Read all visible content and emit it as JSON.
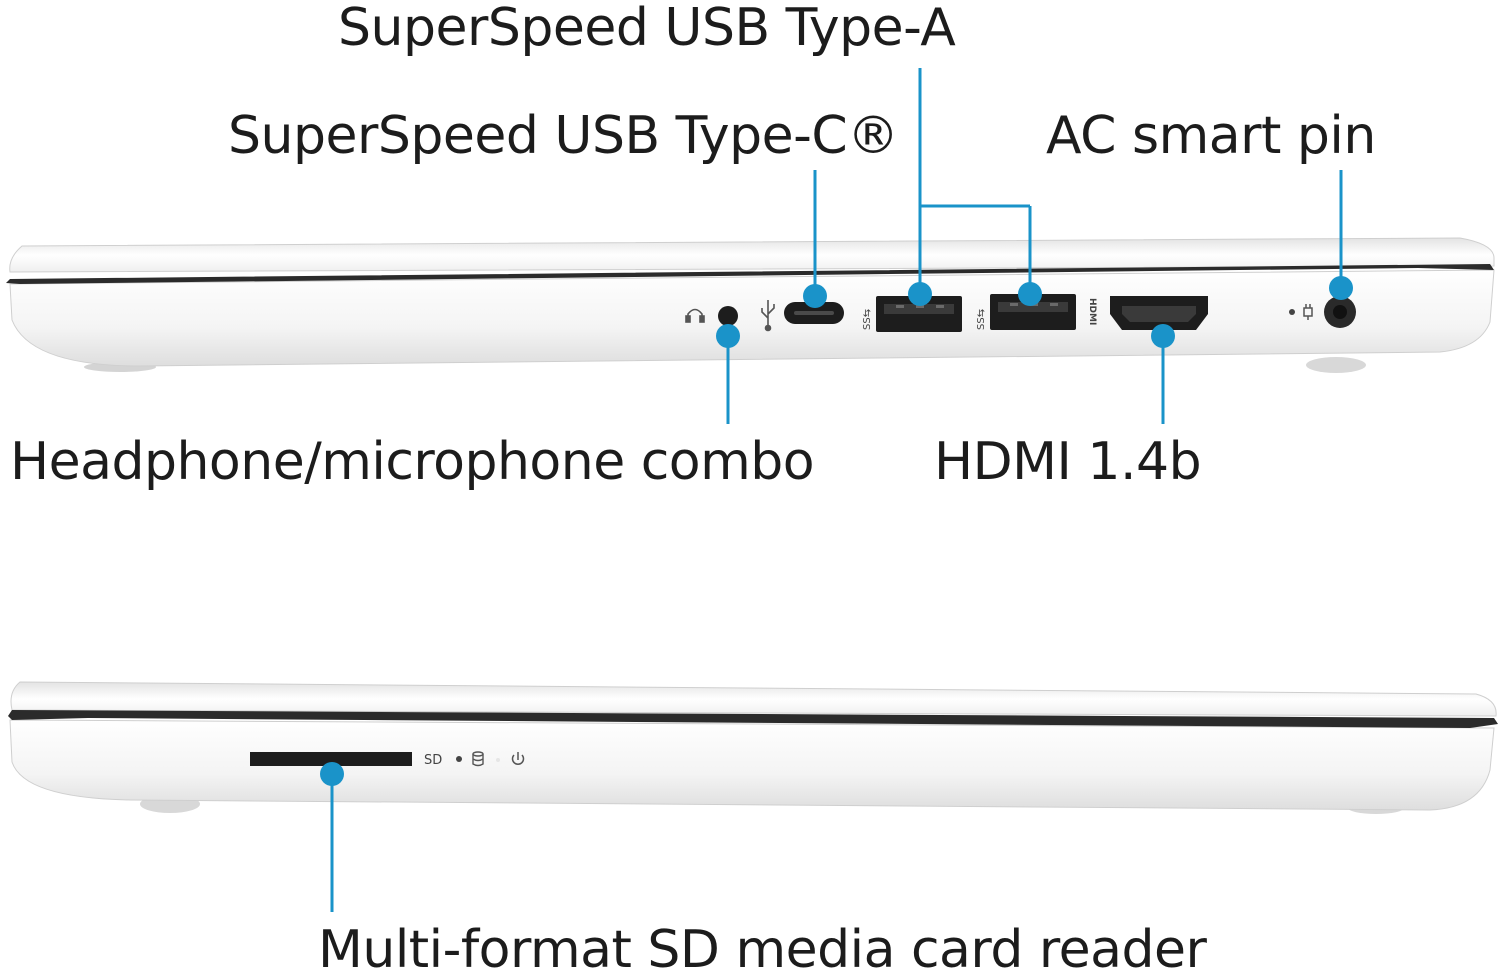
{
  "callouts": {
    "usb_a": "SuperSpeed USB Type-A",
    "usb_c": "SuperSpeed USB Type-C®",
    "ac_pin": "AC smart pin",
    "audio_jack": "Headphone/microphone combo",
    "hdmi": "HDMI 1.4b",
    "sd_reader": "Multi-format SD media card reader"
  },
  "port_markings": {
    "hdmi_logo": "HDMI",
    "sd": "SD"
  },
  "colors": {
    "leader": "#1a93c9",
    "chassis": "#f4f4f4",
    "seam": "#2b2b2b",
    "port": "#1d1d1d",
    "label_text": "#1c1c1c"
  }
}
